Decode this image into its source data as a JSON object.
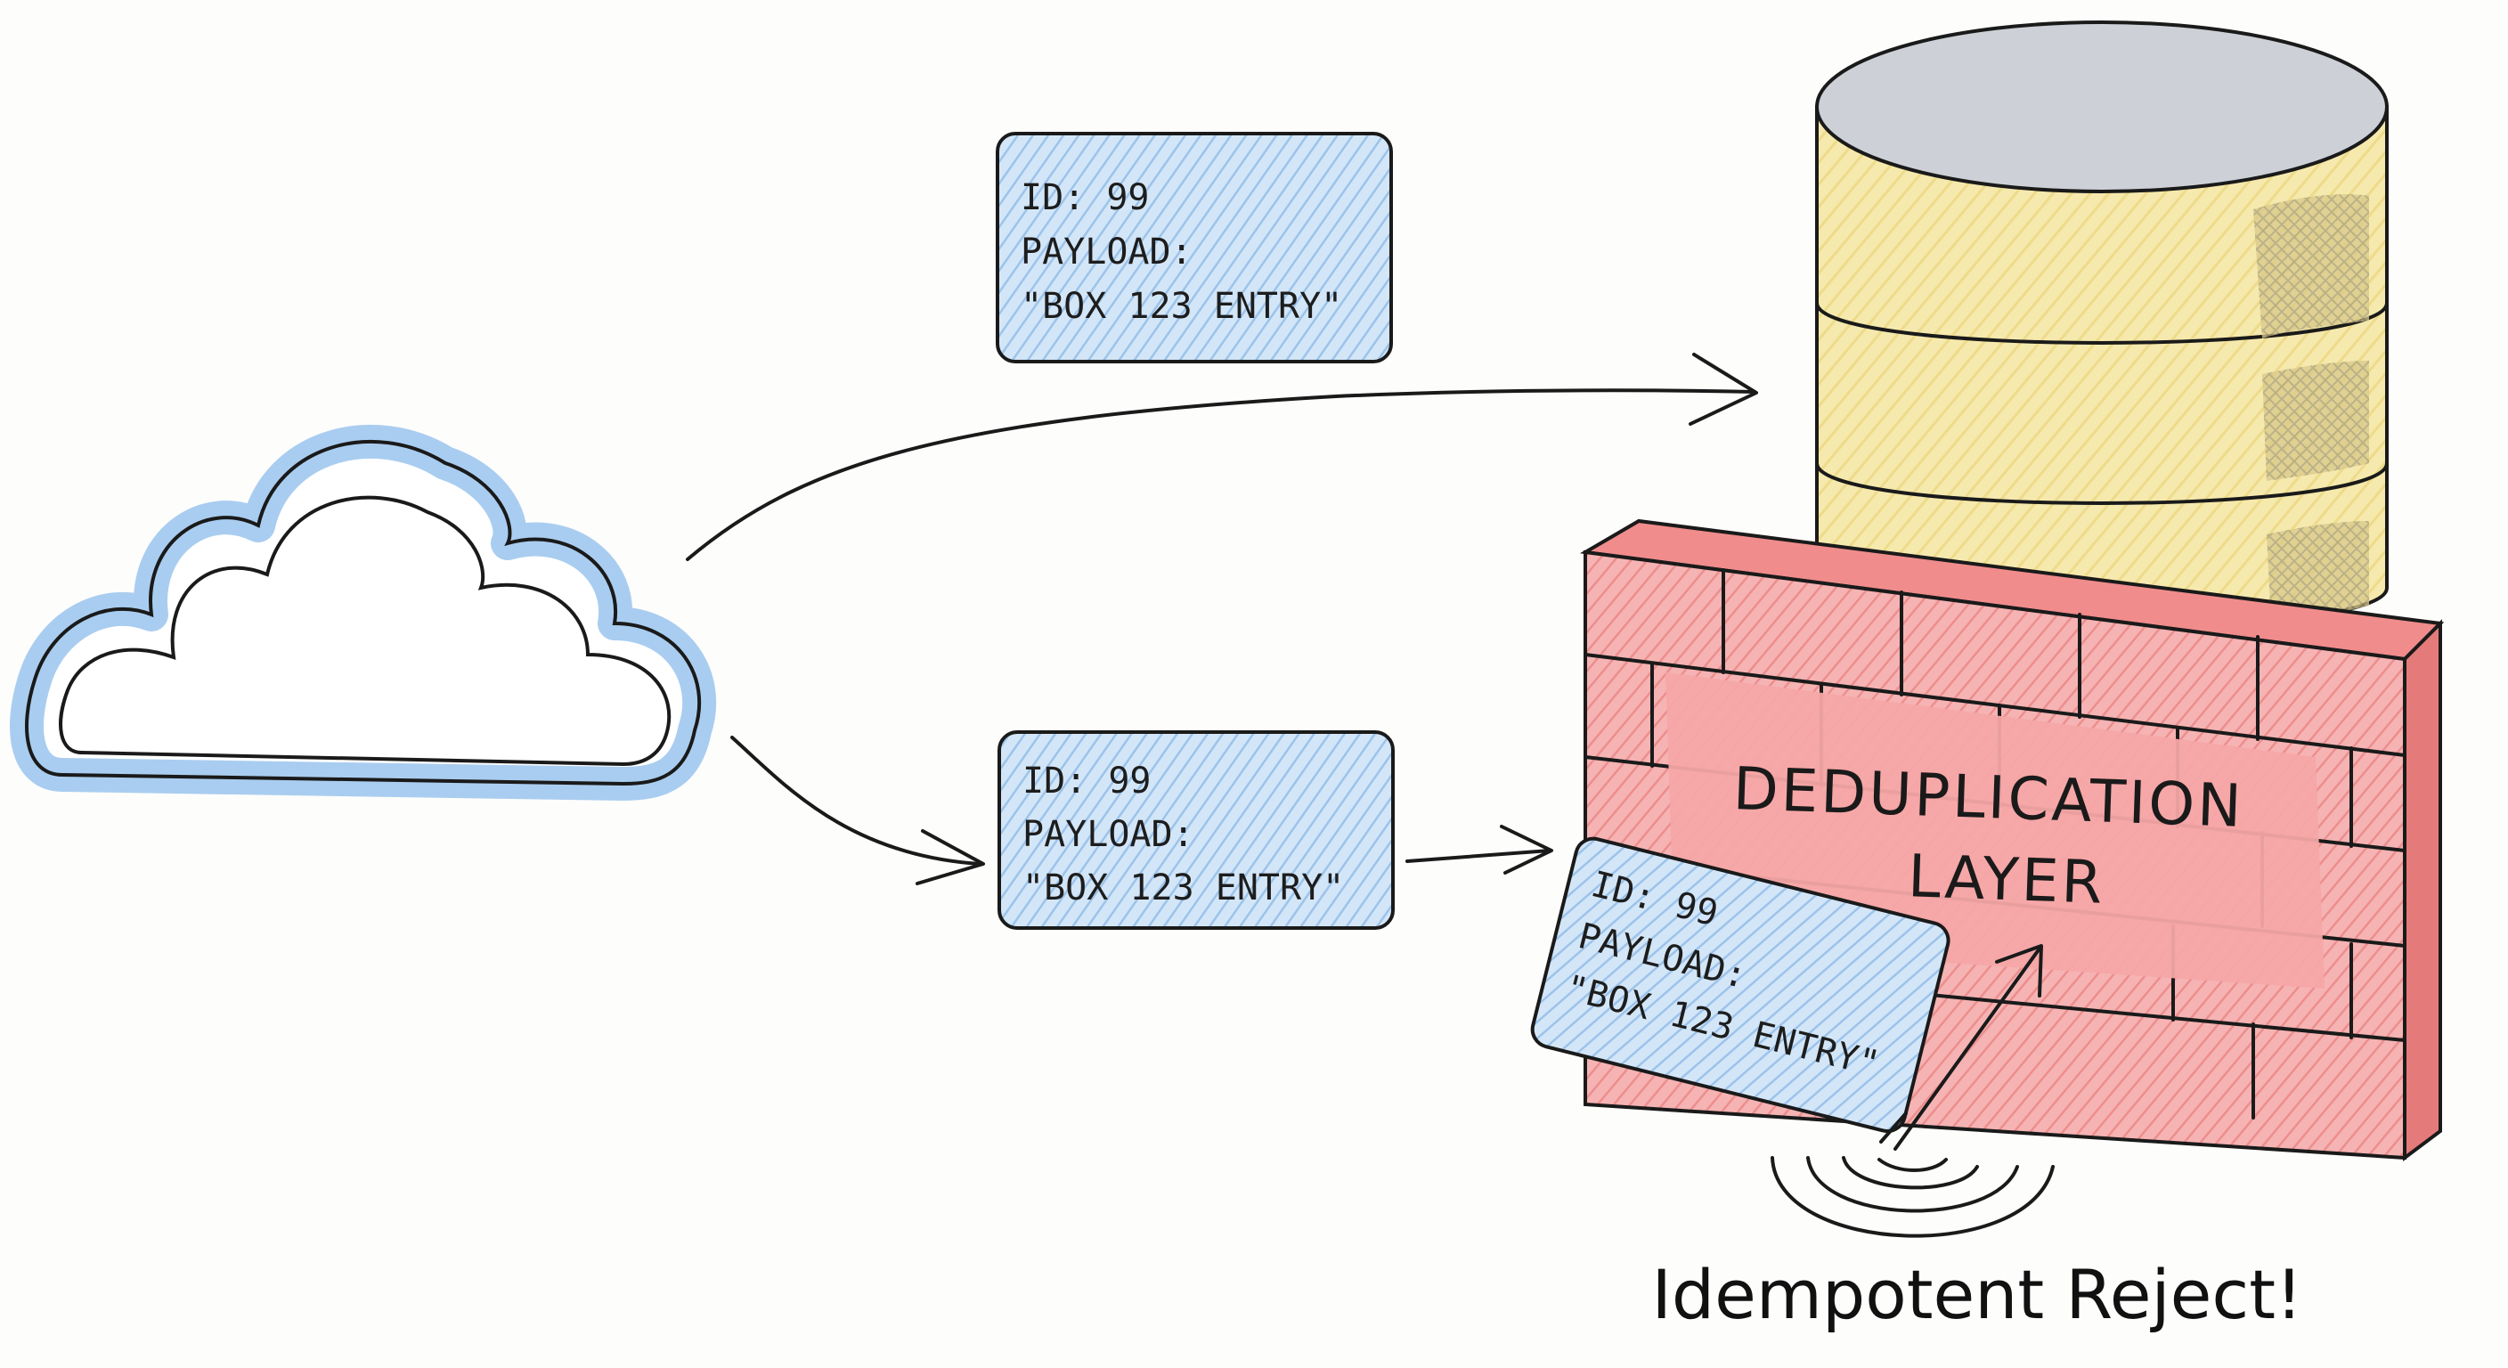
{
  "message": {
    "id_line": "ID: 99",
    "payload_label": "PAYLOAD:",
    "payload_value": "\"BOX 123 ENTRY\""
  },
  "wall": {
    "line1": "DEDUPLICATION",
    "line2": "LAYER"
  },
  "caption": "Idempotent Reject!",
  "colors": {
    "card_fill": "#cfe3f7",
    "card_hatch": "#9cc3ea",
    "cloud_stroke": "#a9cdf0",
    "db_body": "#f5e6a6",
    "db_top": "#ccd0d6",
    "brick": "#f29a9a",
    "brick_face": "#f6a7a7",
    "ink": "#1a1a1a"
  }
}
